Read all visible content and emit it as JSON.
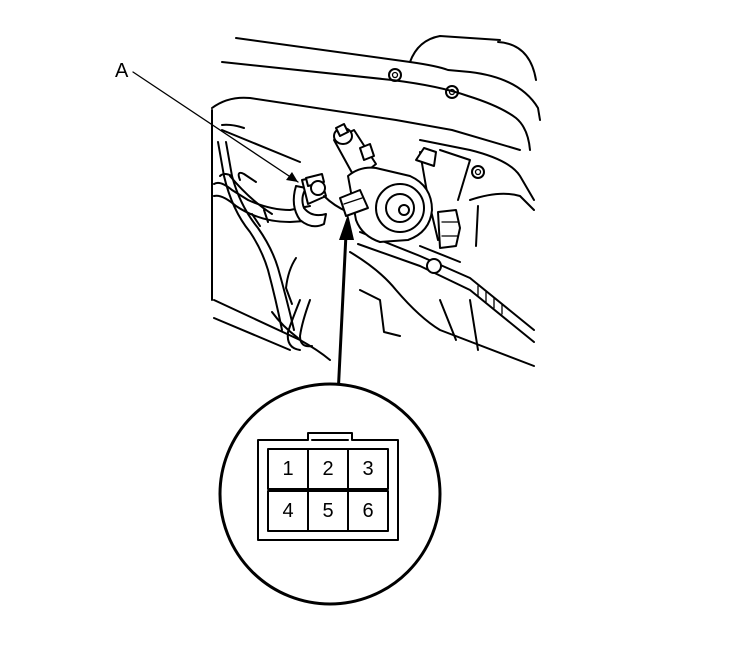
{
  "callout": {
    "label": "A"
  },
  "connector": {
    "pins": [
      "1",
      "2",
      "3",
      "4",
      "5",
      "6"
    ]
  }
}
